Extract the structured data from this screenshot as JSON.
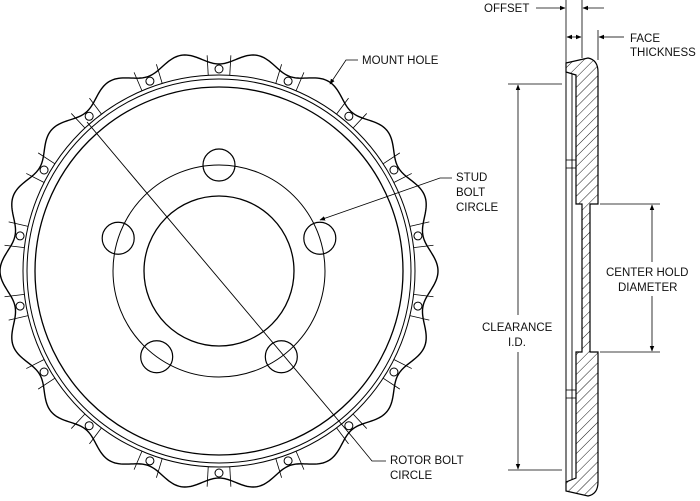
{
  "labels": {
    "offset": "OFFSET",
    "face_thickness": [
      "FACE",
      "THICKNESS"
    ],
    "mount_hole": "MOUNT HOLE",
    "stud_bolt_circle": [
      "STUD",
      "BOLT",
      "CIRCLE"
    ],
    "center_hold_diameter": [
      "CENTER HOLD",
      "DIAMETER"
    ],
    "clearance_id": [
      "CLEARANCE",
      "I.D."
    ],
    "rotor_bolt_circle": [
      "ROTOR BOLT",
      "CIRCLE"
    ]
  },
  "colors": {
    "line": "#000000",
    "background": "#ffffff"
  }
}
